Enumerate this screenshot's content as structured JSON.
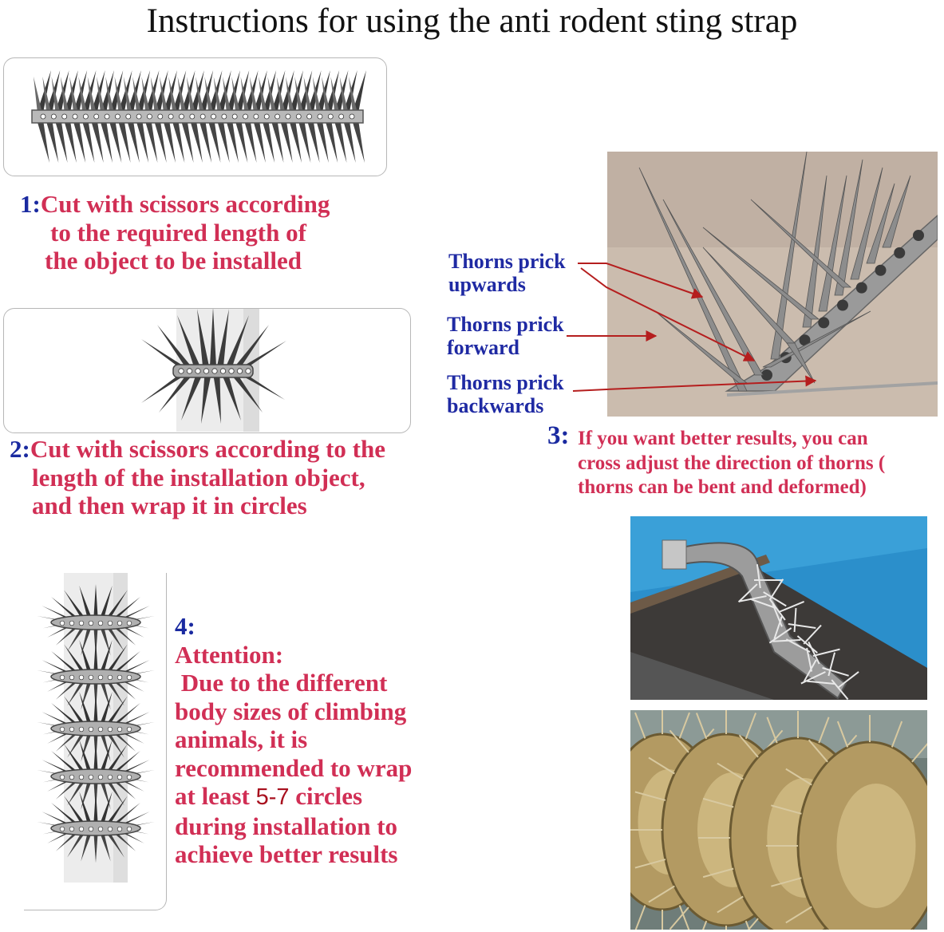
{
  "title": "Instructions for using the anti rodent sting strap",
  "step1": {
    "number": "1:",
    "lines": [
      "Cut with scissors according",
      "to the required length of",
      "the object to be installed"
    ]
  },
  "step2": {
    "number": "2:",
    "lines": [
      "Cut with scissors according to the",
      "length of the installation object,",
      "and then wrap it in circles"
    ]
  },
  "step3": {
    "number": "3:",
    "lines": [
      "If you want better results, you can",
      "cross adjust the direction of thorns (",
      "thorns can be bent and deformed)"
    ],
    "labels": [
      {
        "line1": "Thorns prick",
        "line2": "upwards"
      },
      {
        "line1": "Thorns prick",
        "line2": "forward"
      },
      {
        "line1": "Thorns prick",
        "line2": "backwards"
      }
    ]
  },
  "step4": {
    "number": "4:",
    "heading": "Attention:",
    "lines": [
      " Due to the different",
      "body sizes of climbing",
      "animals, it is",
      "recommended to wrap"
    ],
    "line_before_highlight": "at least ",
    "highlight": "5-7",
    "line_after_highlight": " circles",
    "lines_end": [
      "during installation to",
      "achieve better results"
    ]
  },
  "colors": {
    "number": "#1a2aa0",
    "text_red": "#d12f55",
    "label_blue": "#1f2aa3",
    "arrow": "#b51e1e",
    "highlight": "#a8101e"
  }
}
